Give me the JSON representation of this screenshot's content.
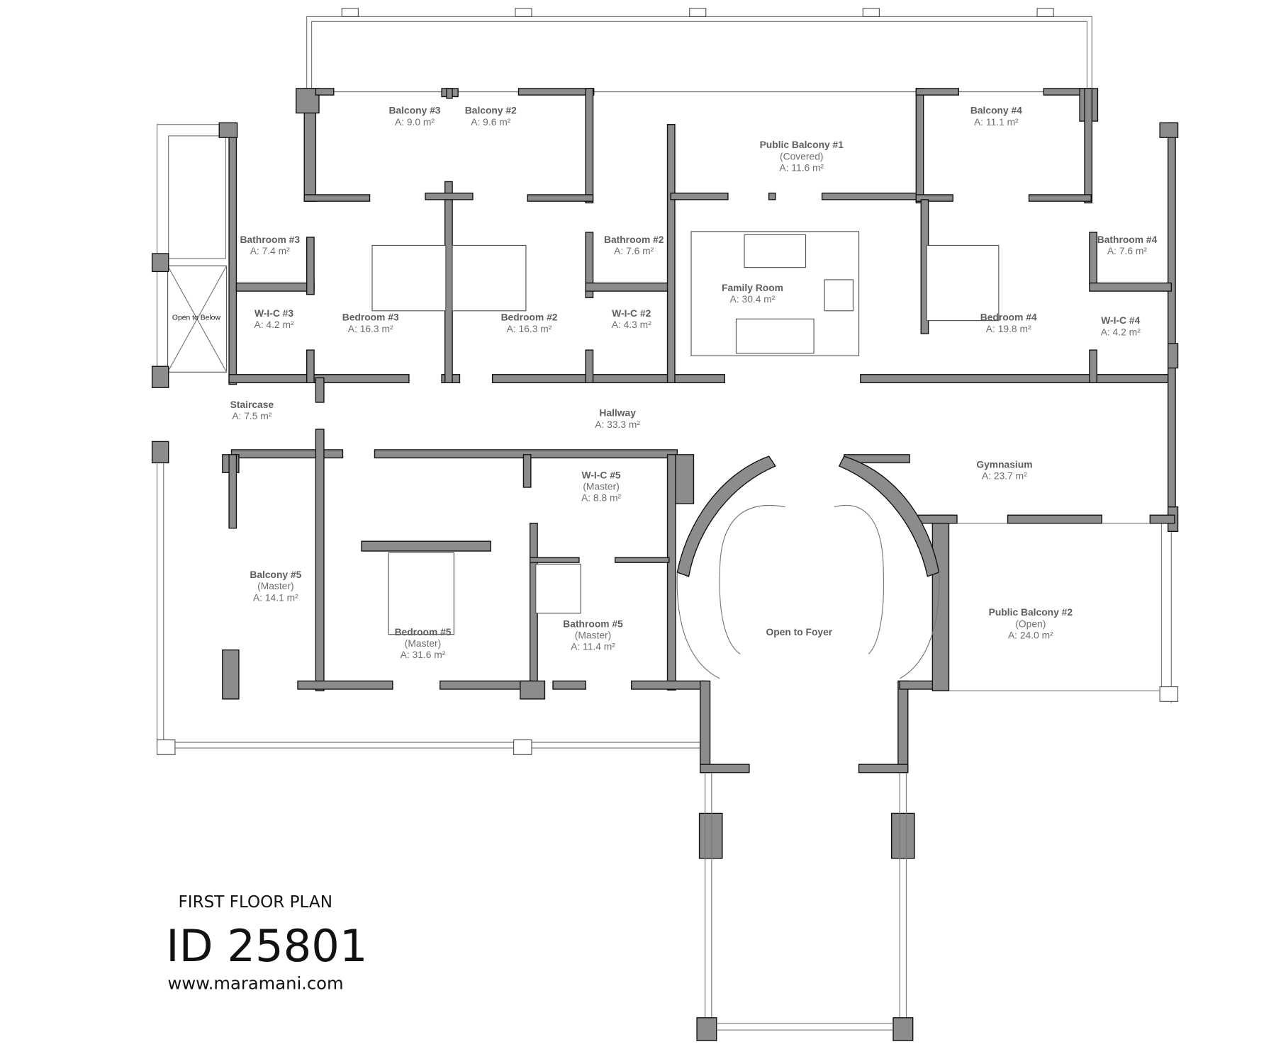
{
  "plan": {
    "title": "FIRST FLOOR PLAN",
    "id": "ID 25801",
    "website": "www.maramani.com"
  },
  "rooms": [
    {
      "name": "Balcony #3",
      "sub": "",
      "area": "A: 9.0 m²"
    },
    {
      "name": "Balcony #2",
      "sub": "",
      "area": "A: 9.6 m²"
    },
    {
      "name": "Public Balcony #1",
      "sub": "(Covered)",
      "area": "A: 11.6 m²"
    },
    {
      "name": "Balcony #4",
      "sub": "",
      "area": "A: 11.1 m²"
    },
    {
      "name": "Bathroom #3",
      "sub": "",
      "area": "A: 7.4 m²"
    },
    {
      "name": "Bathroom #2",
      "sub": "",
      "area": "A: 7.6 m²"
    },
    {
      "name": "Bathroom #4",
      "sub": "",
      "area": "A: 7.6 m²"
    },
    {
      "name": "Family Room",
      "sub": "",
      "area": "A: 30.4 m²"
    },
    {
      "name": "W-I-C #3",
      "sub": "",
      "area": "A: 4.2 m²"
    },
    {
      "name": "Bedroom #3",
      "sub": "",
      "area": "A: 16.3 m²"
    },
    {
      "name": "Bedroom #2",
      "sub": "",
      "area": "A: 16.3 m²"
    },
    {
      "name": "W-I-C #2",
      "sub": "",
      "area": "A: 4.3 m²"
    },
    {
      "name": "Bedroom #4",
      "sub": "",
      "area": "A: 19.8 m²"
    },
    {
      "name": "W-I-C #4",
      "sub": "",
      "area": "A: 4.2 m²"
    },
    {
      "name": "Staircase",
      "sub": "",
      "area": "A: 7.5 m²"
    },
    {
      "name": "Hallway",
      "sub": "",
      "area": "A: 33.3 m²"
    },
    {
      "name": "Gymnasium",
      "sub": "",
      "area": "A: 23.7 m²"
    },
    {
      "name": "W-I-C #5",
      "sub": "(Master)",
      "area": "A: 8.8 m²"
    },
    {
      "name": "Balcony #5",
      "sub": "(Master)",
      "area": "A: 14.1 m²"
    },
    {
      "name": "Bathroom #5",
      "sub": "(Master)",
      "area": "A: 11.4 m²"
    },
    {
      "name": "Bedroom #5",
      "sub": "(Master)",
      "area": "A: 31.6 m²"
    },
    {
      "name": "Open to Foyer",
      "sub": "",
      "area": ""
    },
    {
      "name": "Public Balcony #2",
      "sub": "(Open)",
      "area": "A: 24.0 m²"
    },
    {
      "name": "Open to Below",
      "sub": "",
      "area": ""
    }
  ],
  "colors": {
    "wall": "#8c8c8c",
    "text": "#5e5e5e"
  }
}
